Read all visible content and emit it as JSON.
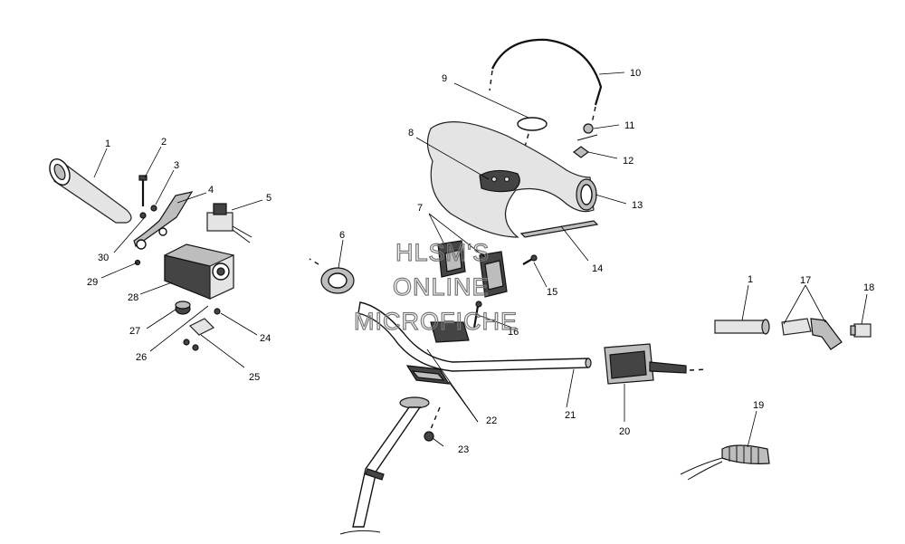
{
  "callouts": {
    "c1a": "1",
    "c2": "2",
    "c3": "3",
    "c4": "4",
    "c5": "5",
    "c6": "6",
    "c7": "7",
    "c8": "8",
    "c9": "9",
    "c10": "10",
    "c11": "11",
    "c12": "12",
    "c13": "13",
    "c14": "14",
    "c15": "15",
    "c16": "16",
    "c1b": "1",
    "c17": "17",
    "c18": "18",
    "c19": "19",
    "c20": "20",
    "c21": "21",
    "c22": "22",
    "c23": "23",
    "c24": "24",
    "c25": "25",
    "c26": "26",
    "c27": "27",
    "c28": "28",
    "c29": "29",
    "c30": "30"
  },
  "watermark": {
    "line1": "HLSM'S",
    "line2": "ONLINE",
    "line3": "MICROFICHE"
  },
  "colors": {
    "ink": "#000000",
    "watermark": "#777777",
    "background": "#ffffff"
  }
}
